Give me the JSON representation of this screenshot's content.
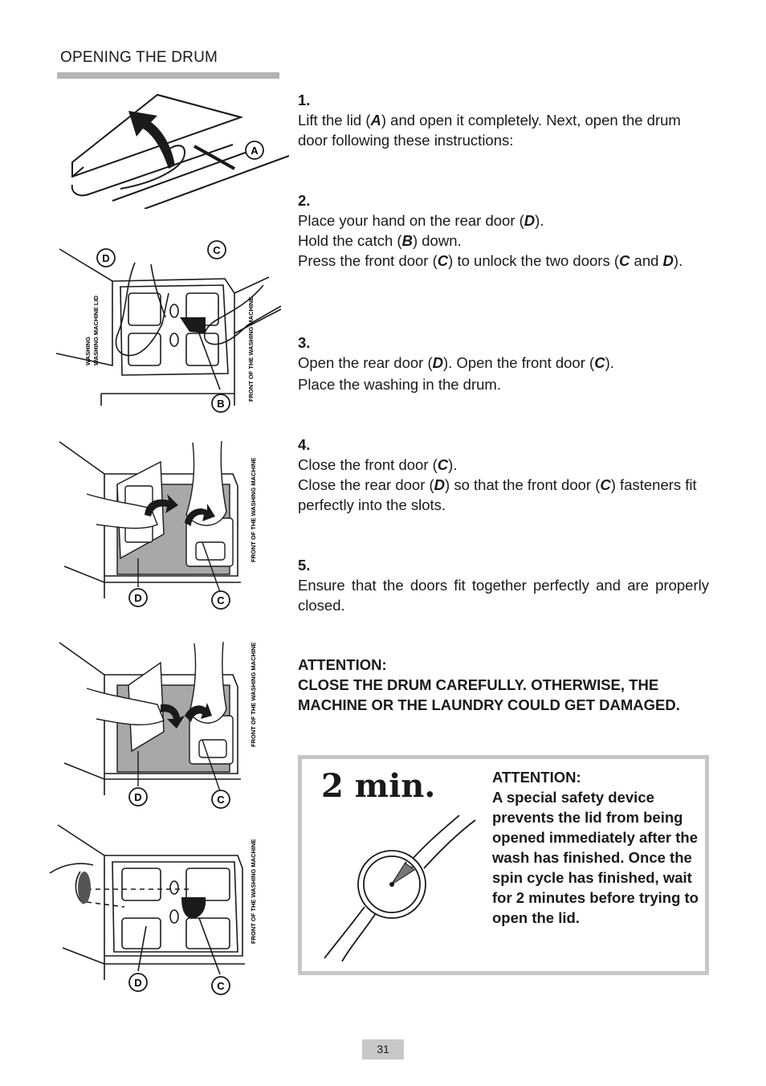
{
  "section": {
    "title": "OPENING THE DRUM"
  },
  "steps": [
    {
      "number": "1.",
      "lines": [
        "Lift the lid (A) and open it completely. Next, open the drum door following these instructions:"
      ]
    },
    {
      "number": "2.",
      "lines": [
        "Place your hand on the rear door (D).",
        "Hold the catch (B) down.",
        "Press the front door (C) to unlock the two doors (C and D)."
      ]
    },
    {
      "number": "3.",
      "lines": [
        "Open the rear door (D). Open the front door (C).",
        "Place the washing in the drum."
      ]
    },
    {
      "number": "4.",
      "lines": [
        "Close the front door (C).",
        "Close the rear door (D) so that the front door (C) fasteners fit perfectly into the slots."
      ]
    },
    {
      "number": "5.",
      "lines": [
        "Ensure that the doors fit together perfectly and are properly closed."
      ]
    }
  ],
  "attention": {
    "heading": "ATTENTION:",
    "text": "CLOSE THE DRUM CAREFULLY. OTHERWISE, THE MACHINE OR THE LAUNDRY COULD GET DAMAGED."
  },
  "safety_box": {
    "badge": "2 min.",
    "heading": "ATTENTION:",
    "text": "A special safety device prevents the lid from being opened immediately after the wash has finished. Once the spin cycle has finished, wait for 2 minutes before trying to open the lid."
  },
  "illustrations": {
    "labels": {
      "a": "A",
      "b": "B",
      "c": "C",
      "d": "D"
    },
    "lid_label": "WASHING MACHINE LID",
    "front_label": "FRONT OF THE WASHING MACHINE"
  },
  "page_number": "31"
}
